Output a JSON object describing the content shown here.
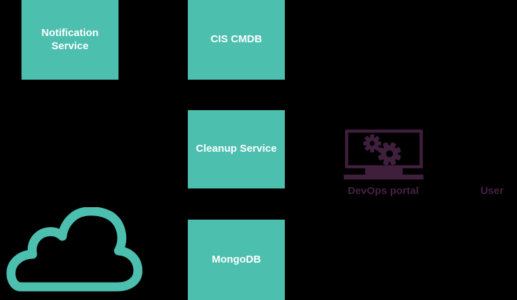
{
  "diagram": {
    "background": "#000000",
    "nodes": {
      "notification_service": {
        "label": "Notification Service",
        "fill": "#4CBFAF",
        "text_color": "#FFFFFF"
      },
      "cis_cmdb": {
        "label": "CIS CMDB",
        "fill": "#4CBFAF",
        "text_color": "#FFFFFF"
      },
      "cleanup_service": {
        "label": "Cleanup Service",
        "fill": "#4CBFAF",
        "text_color": "#FFFFFF"
      },
      "mongodb": {
        "label": "MongoDB",
        "fill": "#4CBFAF",
        "text_color": "#FFFFFF"
      }
    },
    "icons": {
      "cloud": {
        "name": "cloud-icon",
        "color": "#4CBFAF"
      },
      "devops_portal": {
        "name": "monitor-gears-icon",
        "color": "#3F1F3B"
      }
    },
    "labels": {
      "devops_portal": "DevOps portal",
      "user": "User",
      "label_color": "#472142"
    }
  }
}
